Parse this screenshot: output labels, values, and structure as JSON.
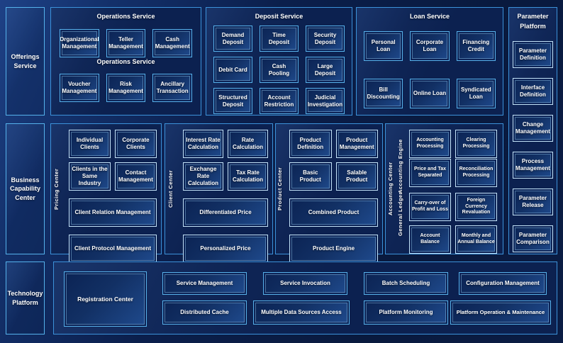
{
  "colors": {
    "page_bg": "#0a1a40",
    "panel_bg": "#0c2150",
    "panel_border": "#3c92da",
    "box_border": "#57b1ea",
    "box_border_bright": "#c3e3f8",
    "box_fill_start": "#0b2354",
    "box_fill_end": "#1f4a8d",
    "text": "#ffffff"
  },
  "rail": {
    "items": [
      {
        "label": "Offerings Service"
      },
      {
        "label": "Business Capability Center"
      },
      {
        "label": "Technology Platform"
      }
    ]
  },
  "panels": {
    "operations": {
      "title": "Operations Service",
      "subtitle": "Operations Service",
      "row1": [
        "Organizational Management",
        "Teller Management",
        "Cash Management"
      ],
      "row2": [
        "Voucher Management",
        "Risk Management",
        "Ancillary Transaction"
      ]
    },
    "deposit": {
      "title": "Deposit Service",
      "items": [
        "Demand Deposit",
        "Time Deposit",
        "Security Deposit",
        "Debit Card",
        "Cash Pooling",
        "Large Deposit",
        "Structured Deposit",
        "Account Restriction",
        "Judicial Investigation"
      ]
    },
    "loan": {
      "title": "Loan Service",
      "items": [
        "Personal Loan",
        "Corporate Loan",
        "Financing Credit",
        "Bill Discounting",
        "Online Loan",
        "Syndicated Loan"
      ]
    },
    "parameter": {
      "title": "Parameter Platform",
      "items": [
        "Parameter Definition",
        "Interface Definition",
        "Change Management",
        "Process Management",
        "Parameter Release",
        "Parameter Comparison"
      ]
    },
    "pricing": {
      "side_label": "Pricing Center",
      "small": [
        "Individual Clients",
        "Corporate Clients",
        "Clients in the Same Industry",
        "Contact Management"
      ],
      "wide": [
        "Client Relation Management",
        "Client Protocol Management"
      ]
    },
    "client": {
      "side_label": "Client Center",
      "small": [
        "Interest Rate Calculation",
        "Rate Calculation",
        "Exchange Rate Calculation",
        "Tax Rate Calculation"
      ],
      "wide": [
        "Differentiated Price",
        "Personalized Price"
      ]
    },
    "product": {
      "side_label": "Product Center",
      "small": [
        "Product Definition",
        "Product Management",
        "Basic Product",
        "Salable Product"
      ],
      "wide": [
        "Combined Product",
        "Product Engine"
      ]
    },
    "accounting": {
      "side_label": "Accounting Center",
      "engine_label": "Accounting Engine",
      "ledger_label": "General Ledger",
      "engine_items": [
        "Accounting Processing",
        "Clearing Processing",
        "Price and Tax Separated",
        "Reconciliation Processing"
      ],
      "ledger_items": [
        "Carry-over of Profit and Loss",
        "Foreign Currency Revaluation",
        "Account Balance",
        "Monthly and Annual Balance"
      ]
    },
    "technology": {
      "registration": "Registration Center",
      "row1": [
        "Service Management",
        "Service Invocation",
        "Batch Scheduling",
        "Configuration Management"
      ],
      "row2": [
        "Distributed Cache",
        "Multiple Data Sources Access",
        "Platform Monitoring",
        "Platform Operation & Maintenance"
      ]
    }
  }
}
